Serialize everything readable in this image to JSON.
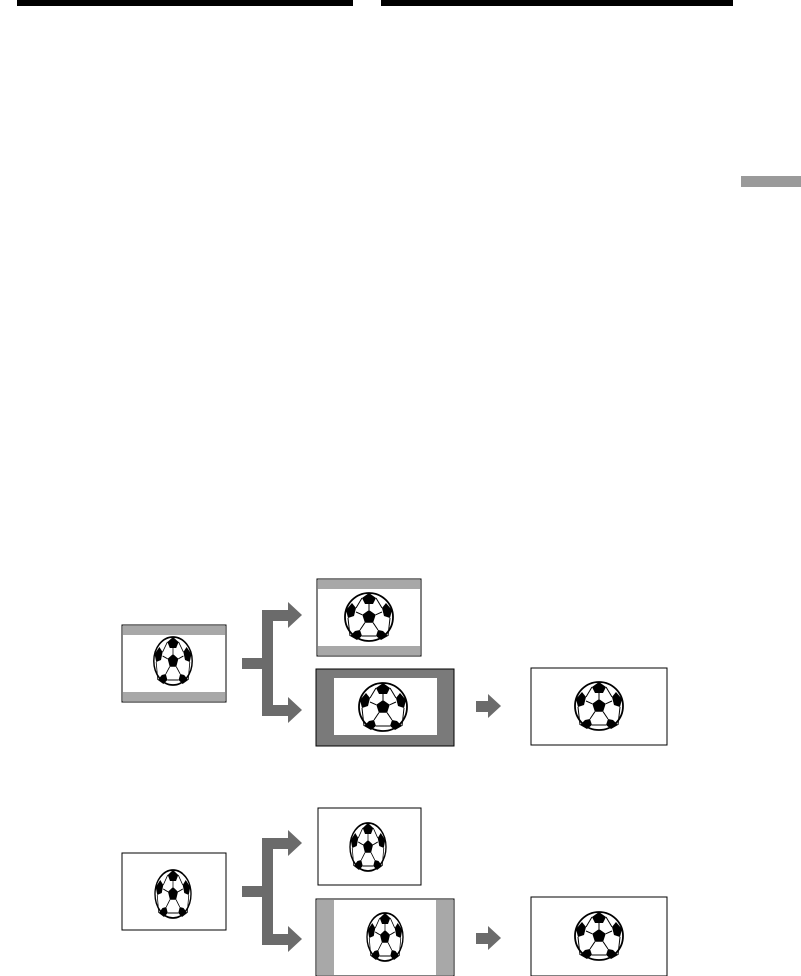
{
  "colors": {
    "rule": "#000000",
    "side_tab": "#9a9a9a",
    "band": "#a8a8a8",
    "thick_border": "#7a7a7a",
    "arrow": "#6b6b6b",
    "frame_stroke": "#000000",
    "ball_patch": "#000000"
  },
  "diagram": {
    "rows": [
      {
        "source": {
          "style": "letterbox-bands",
          "ball": "horizontally-squeezed"
        },
        "upper_output": {
          "style": "letterbox-bands",
          "ball": "normal"
        },
        "lower_output": {
          "style": "thick-border",
          "ball": "normal"
        },
        "final": {
          "style": "plain",
          "ball": "normal"
        }
      },
      {
        "source": {
          "style": "plain",
          "ball": "horizontally-squeezed"
        },
        "upper_output": {
          "style": "plain",
          "ball": "horizontally-squeezed"
        },
        "lower_output": {
          "style": "pillarbox-bands",
          "ball": "horizontally-squeezed"
        },
        "final": {
          "style": "plain",
          "ball": "normal"
        }
      }
    ]
  }
}
